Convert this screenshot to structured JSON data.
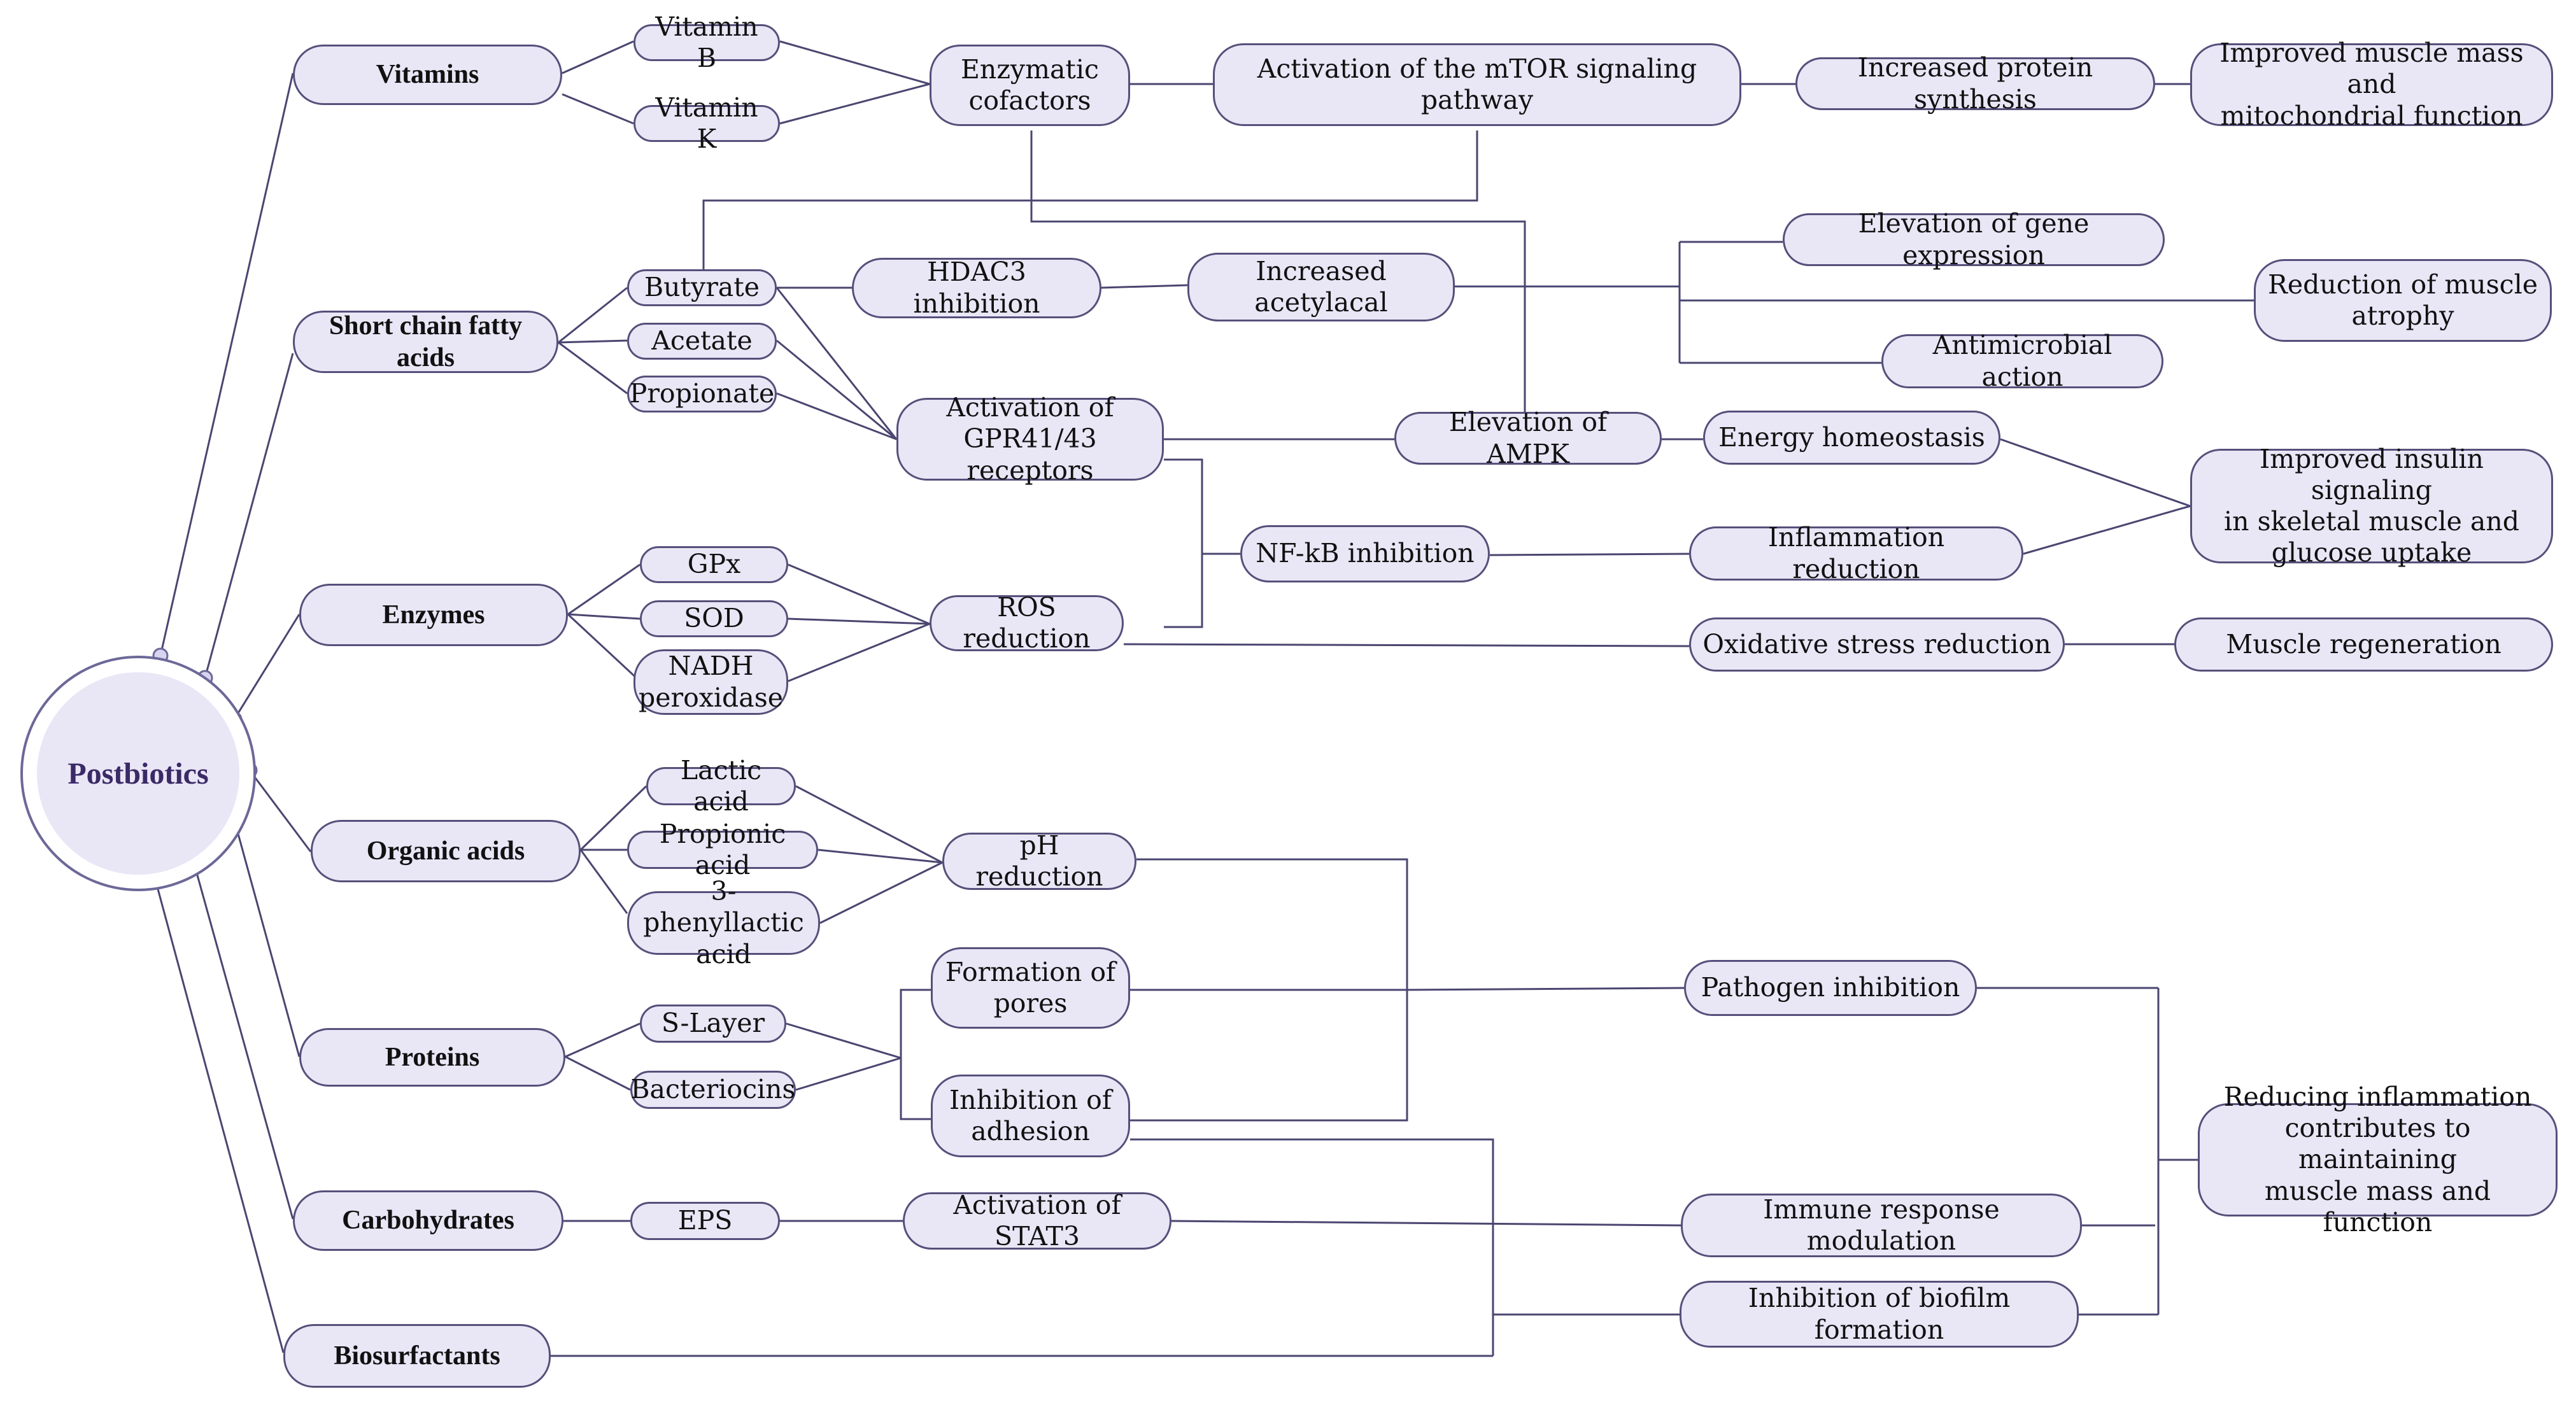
{
  "hub": {
    "label": "Postbiotics"
  },
  "categories": {
    "vitamins": "Vitamins",
    "scfa": "Short chain fatty\nacids",
    "enzymes": "Enzymes",
    "organic_acids": "Organic acids",
    "proteins": "Proteins",
    "carbohydrates": "Carbohydrates",
    "biosurfactants": "Biosurfactants"
  },
  "compounds": {
    "vitamin_b": "Vitamin B",
    "vitamin_k": "Vitamin K",
    "butyrate": "Butyrate",
    "acetate": "Acetate",
    "propionate": "Propionate",
    "gpx": "GPx",
    "sod": "SOD",
    "nadh": "NADH\nperoxidase",
    "lactic_acid": "Lactic acid",
    "propionic_acid": "Propionic acid",
    "phenyllactic": "3-phenyllactic\nacid",
    "s_layer": "S-Layer",
    "bacteriocins": "Bacteriocins",
    "eps": "EPS"
  },
  "mechanisms": {
    "enzymatic_cofactors": "Enzymatic\ncofactors",
    "mtor": "Activation of the mTOR signaling\npathway",
    "protein_synthesis": "Increased protein synthesis",
    "muscle_mass_mito": "Improved muscle mass and\nmitochondrial function",
    "hdac3": "HDAC3 inhibition",
    "acetylacal": "Increased acetylacal",
    "gene_expression": "Elevation of gene expression",
    "muscle_atrophy": "Reduction of muscle\natrophy",
    "antimicrobial": "Antimicrobial action",
    "gpr": "Activation of\nGPR41/43 receptors",
    "ampk": "Elevation of AMPK",
    "energy": "Energy homeostasis",
    "insulin": "Improved insulin signaling\nin skeletal muscle and\nglucose uptake",
    "nfkb": "NF-kB inhibition",
    "inflammation": "Inflammation reduction",
    "ros": "ROS reduction",
    "oxidative": "Oxidative stress reduction",
    "regeneration": "Muscle regeneration",
    "ph": "pH reduction",
    "pores": "Formation of\npores",
    "adhesion": "Inhibition of\nadhesion",
    "pathogen": "Pathogen inhibition",
    "stat3": "Activation of STAT3",
    "immune": "Immune response modulation",
    "biofilm": "Inhibition of biofilm formation",
    "reducing_inflammation": "Reducing inflammation\ncontributes to maintaining\nmuscle mass and function"
  },
  "colors": {
    "node_fill": "#e9e6f6",
    "node_border": "#55507a",
    "line": "#4a4670",
    "hub_text": "#3a2a66"
  }
}
